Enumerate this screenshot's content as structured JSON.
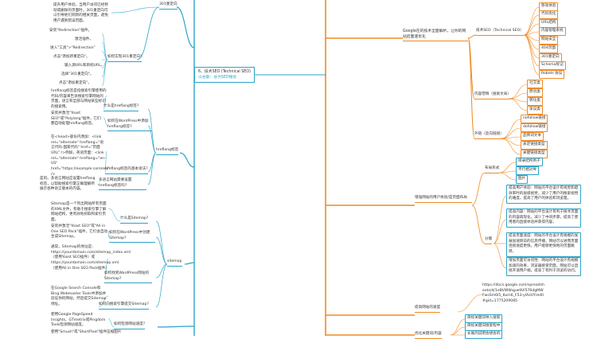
{
  "center": {
    "title": "6、技术SEO (Technical SEO)",
    "subtitle": "以谷歌：谷为SEO搜优"
  },
  "right": {
    "root": "Google在的技术全面解析，让你的网站后面速优化",
    "tech_seo": {
      "label": "技术SEO（Technical SEO）",
      "items": [
        "移动体验",
        "代码优化",
        "URL结构",
        "内容管理系统",
        "网站安全",
        "404页面",
        "301重定向",
        "Schema标记",
        "Robots 协议"
      ]
    },
    "content": {
      "label": "内容营销（搜索文采）",
      "items": [
        "社交类",
        "原创类",
        "转化类",
        "争议类"
      ]
    },
    "links": {
      "label": "外链（反向链接）",
      "items": [
        "nofollow链接",
        "dofollow链接",
        "品牌词文本",
        "表定链接类型",
        "关键链接类型"
      ]
    },
    "ux": {
      "label": "增强网站的用户体验/是页面布局",
      "layout": {
        "label": "布局形式",
        "items": [
          "目录结构例子",
          "平行相对导",
          "图片"
        ]
      },
      "style": {
        "label": "分版",
        "items": [
          "提高用户体验：网站的平台设计有视觉和趋效率时的层级视觉，减少了用户的搜索视觉的难度，提高了用户的体验和浏览量。",
          "提高内容：网站的平台设计有利于搜寻页面的内容再现化，减少了中间步骤，提高了使用者的直接体验并获得内容。",
          "提高页面速度：网站的平台设计有规模的发展加速目前的信息传播，网站可以进而页面连接速度更快，用户能够更快地的页面跳转。",
          "增加页面可访问性：网站的平台设计有规模加速的效果，浏览器接受页面，网站可以直接开速用户端，提高了有利于浏览的访问。"
        ]
      }
    },
    "speed": {
      "label": "提高网站的速度",
      "url": "https://docs.google.com/spreadsheets/d/1eBVWWqyw9Vl576dgMWFwsSm6l5_Kum6_F53-ylAzUY/edit#gid=1775209085"
    },
    "optimize": {
      "label": "优化关键词/内容",
      "items": [
        "目标关键词导入搜索",
        "目标关键词搜索程中",
        "长尾的说明会想会的"
      ]
    }
  },
  "left": {
    "r301": {
      "label": "301重定向",
      "intro": "提升用户体验，当用户访问已经移动或删除的页面时，301重定向可以引导他们到新的相关页面，避免用户遇到错误页面。",
      "method": "如何实现301重定向?",
      "steps": [
        "安装\"Redirection\"插件。",
        "激活插件。",
        "进入\"工具\">\"Redirection\"",
        "点击\"添加新重定向\"。",
        "输入源URL和目标URL。",
        "选择\"301重定向\"。",
        "点击\"添加重定向\"。"
      ]
    },
    "hreflang": {
      "label": "hreflang标签",
      "what_q": "什么是hreflang标签?",
      "what_a": "hreflang标签是指搜索引擎使用的代码/内容来告诉搜索引擎网站的页面，语言和全部与网站某些标识的搜索用。",
      "wp_q": "如何在WordPress中添加hreflang标签?",
      "wp_a": "安装并激活\"Yoast SEO\"或\"Polylang\"插件，它们都自动处理hreflang标签。",
      "code_q": "hreflang标签的基本语法?",
      "code_a": "在<head>部份内添加：<link rel=\"alternate\" hreflang=\"语言代码-国家代码\" href=\"页面URL\" />例如，英语页面：<link rel=\"alternate\" hreflang=\"en-US\" href=\"https://example.com/en/\" />",
      "multi_q": "多语言网站需要设置hreflang标签吗?",
      "multi_a": "是的。多语言网站应设置hreflang标签，以帮助搜索引擎正确理解所展示各种语言版本的内容。"
    },
    "sitemap": {
      "label": "sitemap",
      "what_q": "什么是Sitemap?",
      "what_a": "Sitemap是一个列出网站所有页面的XML文件，有助于搜索引擎了解网站结构，更有效地抓取和索引页面。",
      "wp_q": "如何在WordPress中创建Sitemap?",
      "wp_a": "安装并激活\"Yoast SEO\"或\"All in One SEO Pack\"插件，它们会自动生成Sitemap。",
      "find_q": "如何找到WordPress网站的Sitemap?",
      "find_a": "通常，Sitemap的地址是：https://yourdomain.com/sitemap_index.xml（使用Yoast SEO插件）或https://yourdomain.com/sitemap.xml（使用All in One SEO Pack插件）",
      "submit_q": "如何向搜索引擎提交Sitemap?",
      "submit_a": "在Google Search Console和Bing Webmaster Tools中添加并验证你的网站，然后提交Sitemap地址。"
    },
    "speed": {
      "check_q": "如何检测网站速度?",
      "check_a": "使用Google PageSpeed Insights、GTmetrix或Pingdom Tools检测网站速度。",
      "tip": "使用\"Smush\"或\"ShortPixel\"插件压缩图片"
    }
  },
  "colors": {
    "blue": "#2aa4c9",
    "orange": "#f08a24"
  }
}
